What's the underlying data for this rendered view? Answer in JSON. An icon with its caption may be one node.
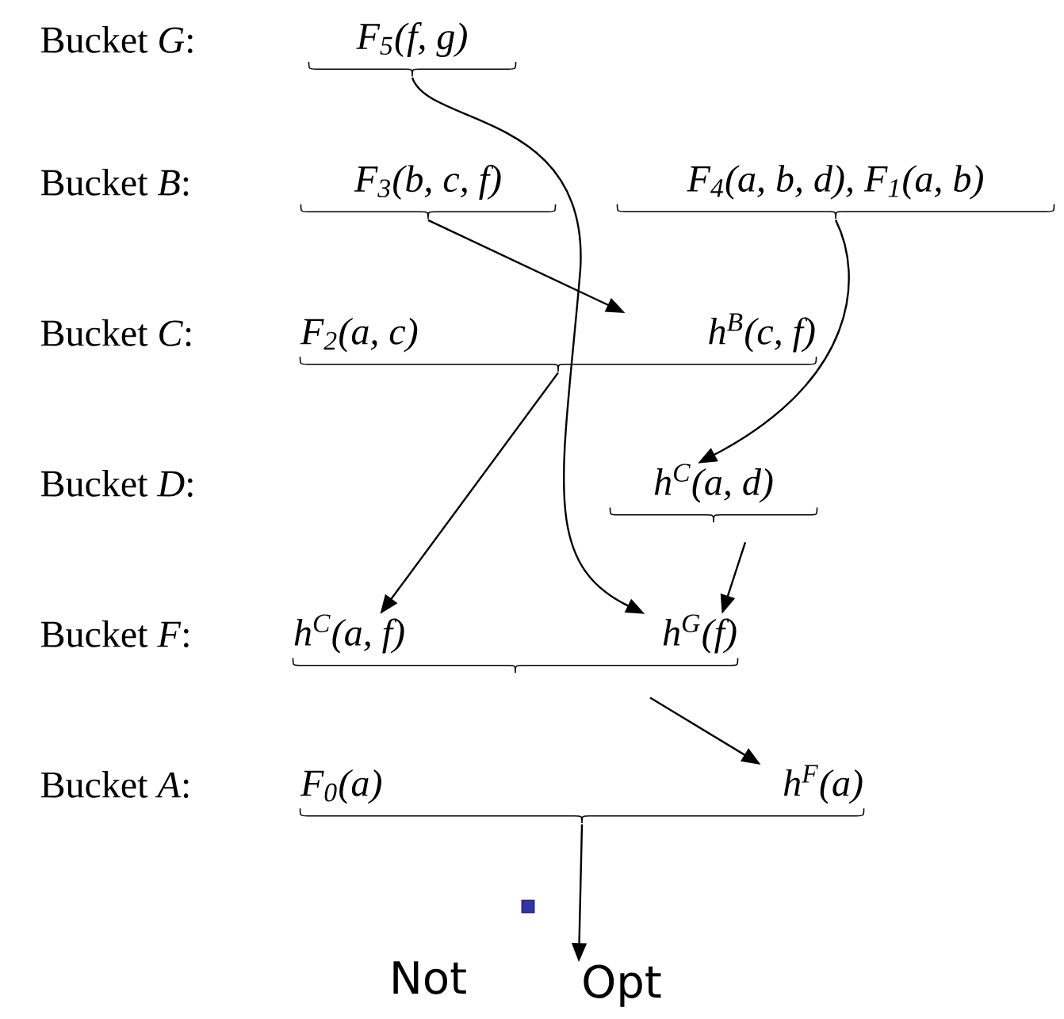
{
  "diagram": {
    "nodes": [
      {
        "text": [
          "F$_{5}$(f, g)"
        ]
      },
      {
        "text": [
          "F$_{3}$(b, c, f)"
        ]
      },
      {
        "text": [
          "F$_{4}$(a, b, d), F$_{1}$(a, b)"
        ]
      },
      {
        "text": [
          "F$_{2}$(a, c)",
          "h$^{B}$(c, f)"
        ]
      },
      {
        "text": [
          "h$^{C}$(a, d)"
        ]
      },
      {
        "text": [
          "h$^{C}$(a, f)",
          "h$^{G}$(f)"
        ]
      },
      {
        "text": [
          "F$_{0}$(a)",
          "h$^{F}$(a)"
        ]
      },
      {
        "text": [
          "Opt"
        ]
      }
    ],
    "edges": [
      {
        "from": 0,
        "to": 5,
        "arrow": "to"
      },
      {
        "from": 1,
        "to": 3,
        "arrow": "to"
      },
      {
        "from": 2,
        "to": 4,
        "arrow": "to"
      },
      {
        "from": 3,
        "to": 5,
        "arrow": "to"
      },
      {
        "from": 4,
        "to": 5,
        "arrow": "to"
      },
      {
        "from": 5,
        "to": 6,
        "arrow": "to"
      },
      {
        "from": 6,
        "to": 7,
        "arrow": "to"
      }
    ],
    "labels": [
      "Bucket *G*:",
      "Bucket *B*:",
      "Bucket *C*:",
      "Bucket *D*:",
      "Bucket *F*:",
      "Bucket *A*:",
      "Not"
    ]
  }
}
